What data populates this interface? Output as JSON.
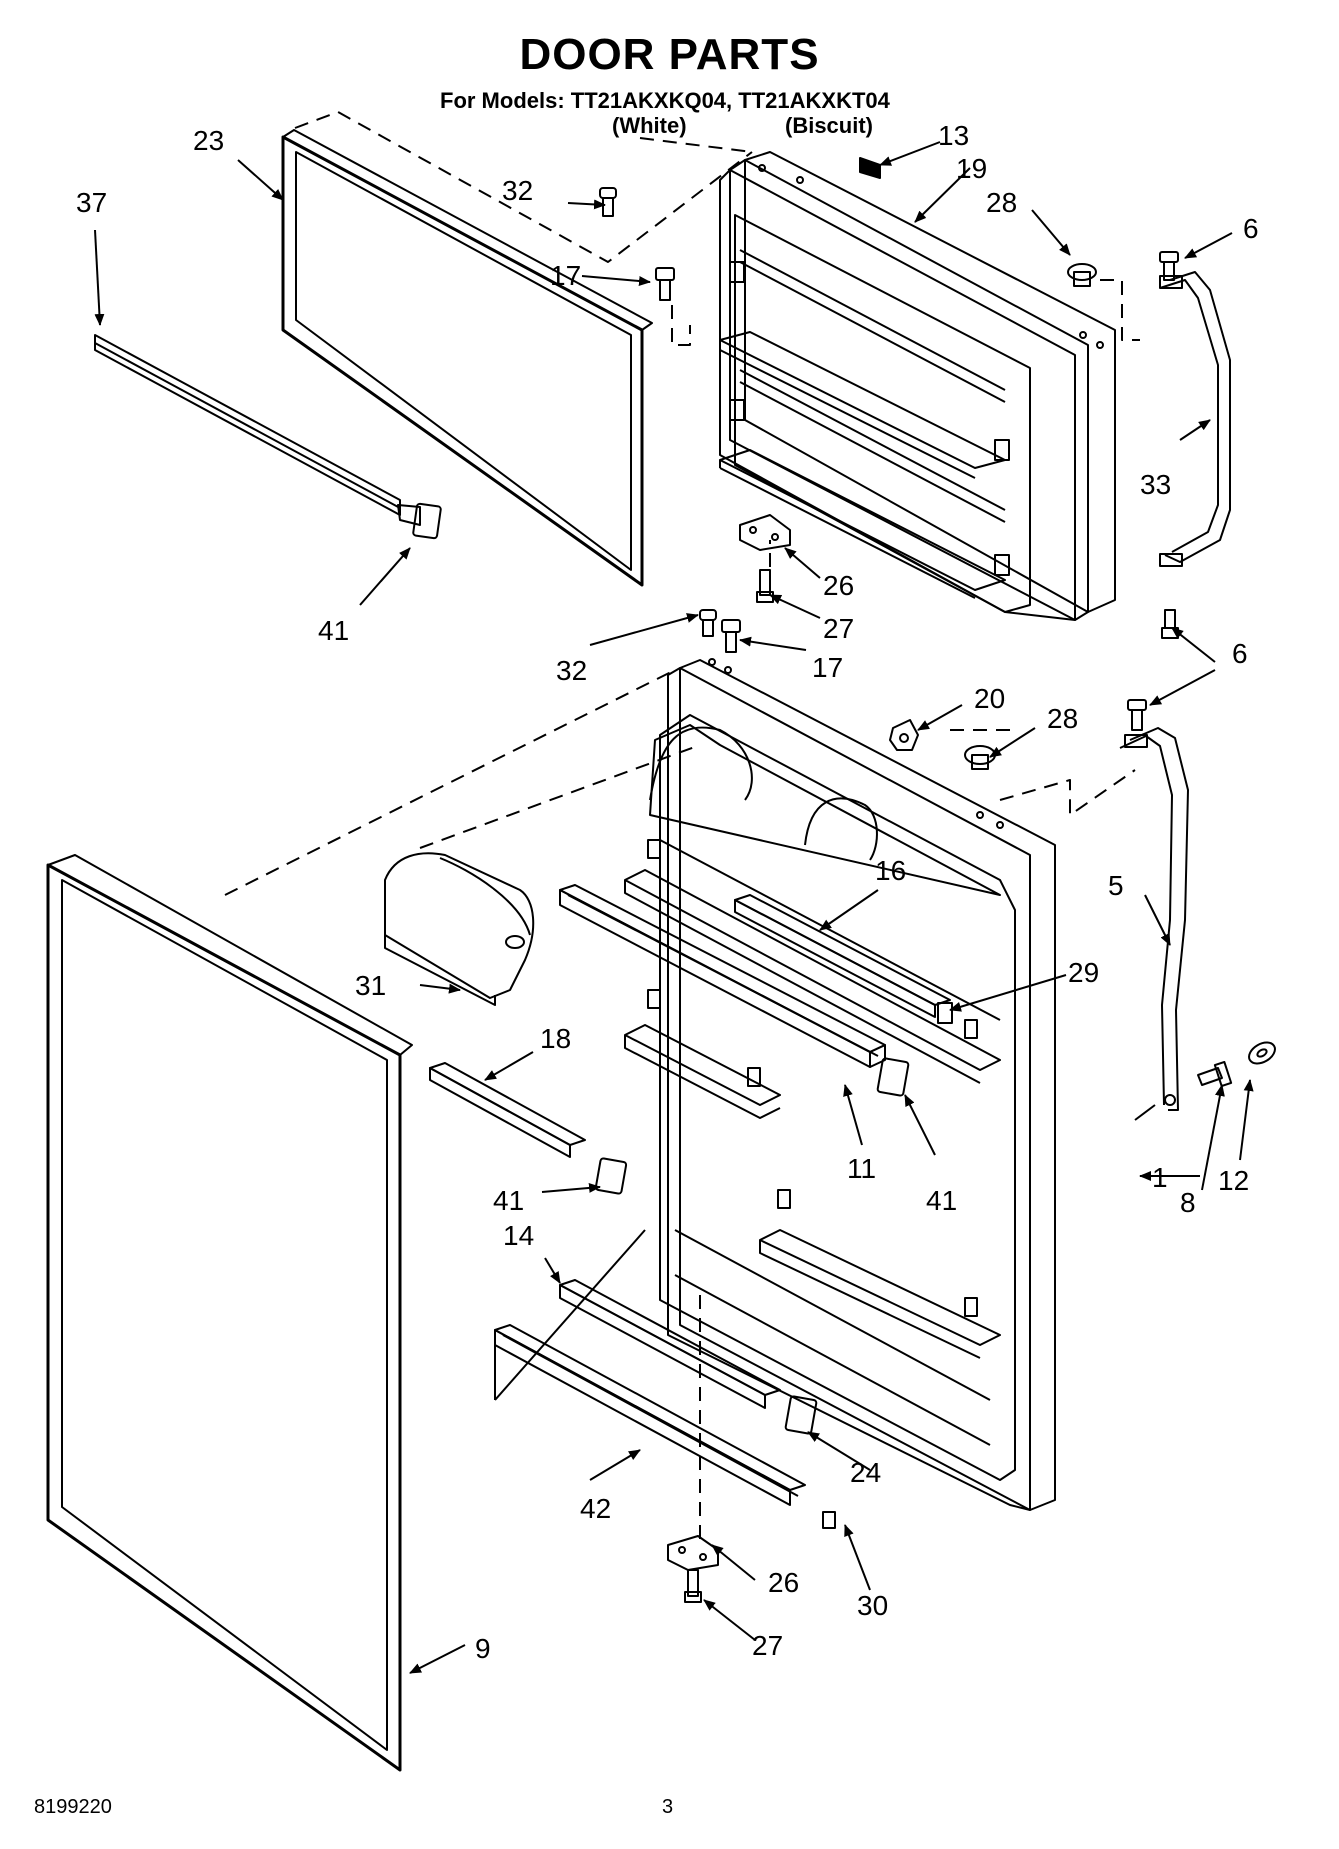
{
  "header": {
    "title": "DOOR PARTS",
    "models_line": "For Models: TT21AKXKQ04, TT21AKXKT04",
    "variant_white": "(White)",
    "variant_biscuit": "(Biscuit)"
  },
  "footer": {
    "doc_number": "8199220",
    "page_number": "3"
  },
  "callouts": {
    "c1": "1",
    "c5": "5",
    "c6a": "6",
    "c6b": "6",
    "c8": "8",
    "c9": "9",
    "c11": "11",
    "c12": "12",
    "c13": "13",
    "c14": "14",
    "c16": "16",
    "c17a": "17",
    "c17b": "17",
    "c18": "18",
    "c19": "19",
    "c20": "20",
    "c23": "23",
    "c24": "24",
    "c26a": "26",
    "c26b": "26",
    "c27a": "27",
    "c27b": "27",
    "c28a": "28",
    "c28b": "28",
    "c29": "29",
    "c30": "30",
    "c31": "31",
    "c32a": "32",
    "c32b": "32",
    "c33": "33",
    "c37": "37",
    "c41a": "41",
    "c41b": "41",
    "c41c": "41",
    "c42": "42"
  }
}
